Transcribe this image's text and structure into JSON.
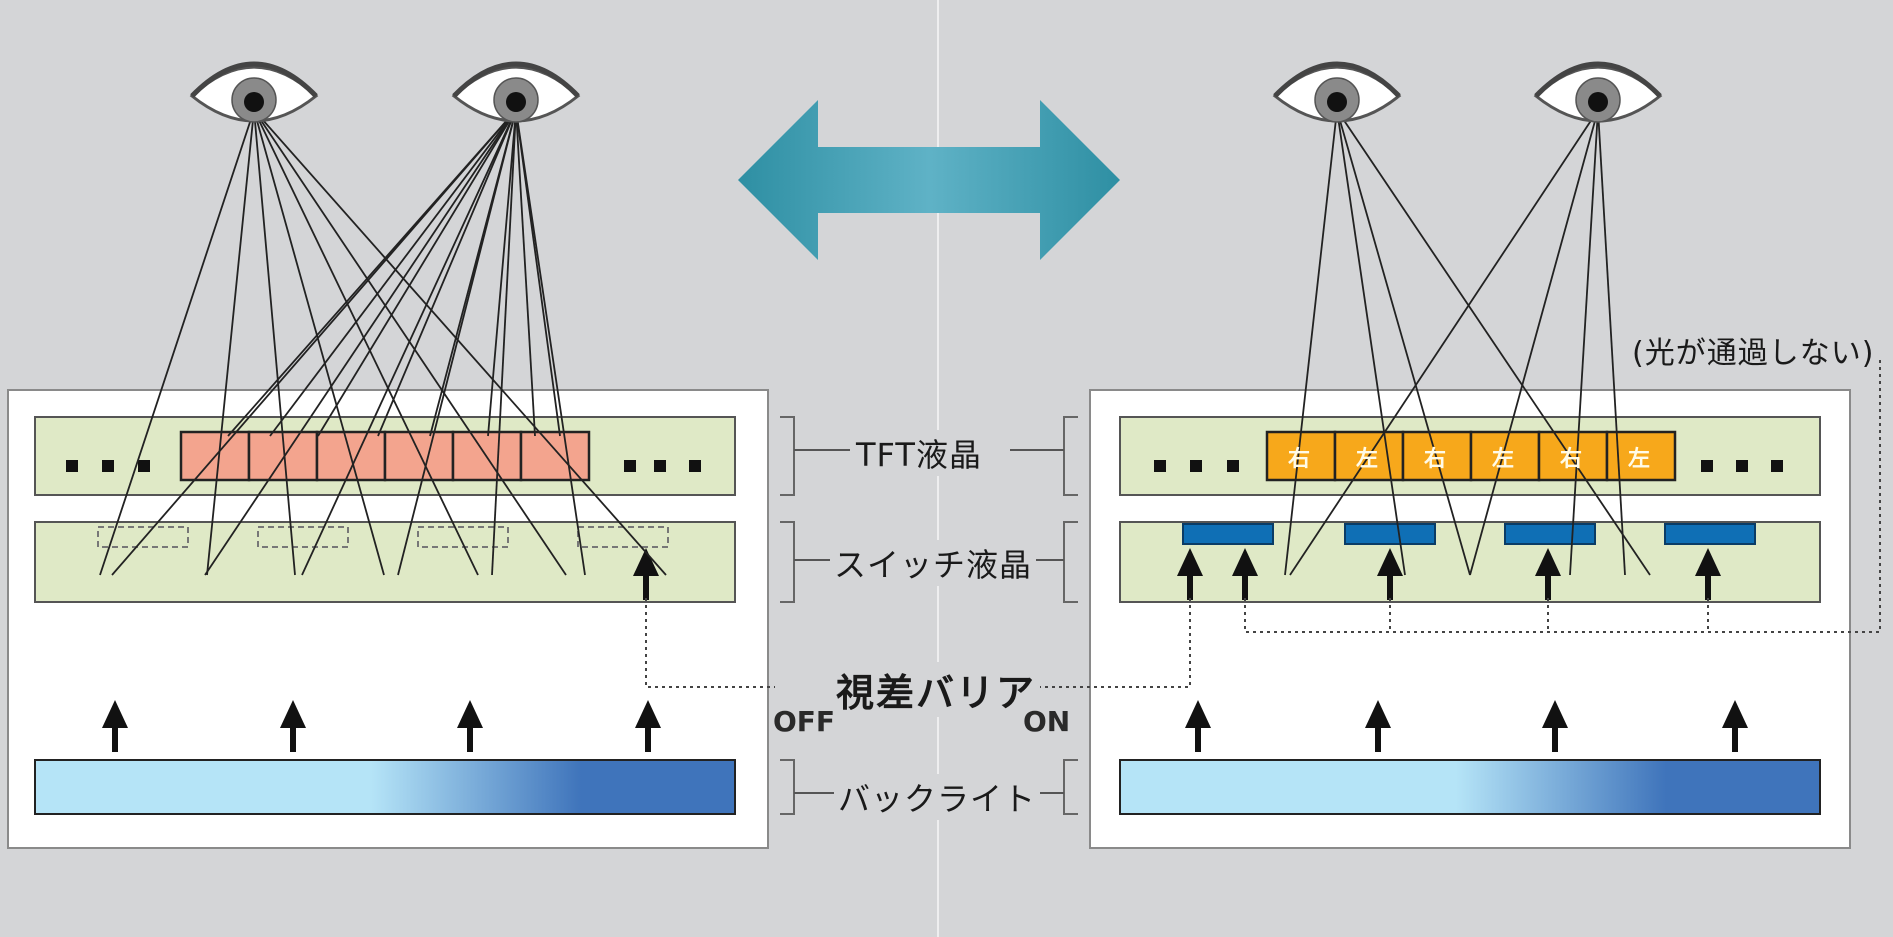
{
  "labels": {
    "tft": "TFT液晶",
    "switch": "スイッチ液晶",
    "barrier": "視差バリア",
    "backlight": "バックライト",
    "off": "OFF",
    "on": "ON",
    "no_pass": "(光が通過しない)"
  },
  "pixel_labels": [
    "右",
    "左",
    "右",
    "左",
    "右",
    "左"
  ],
  "icons": [
    "eye-icon",
    "double-arrow-icon",
    "up-arrow-icon"
  ],
  "colors": {
    "background": "#d4d5d7",
    "layer_fill": "#dfe9c6",
    "pixel_off": "#f3a48e",
    "pixel_on": "#f7a81b",
    "barrier_block": "#0f6fb5",
    "arrow_teal": "#2e8fa3",
    "backlight_light": "#b5e4f7",
    "backlight_dark": "#3f74bb"
  }
}
